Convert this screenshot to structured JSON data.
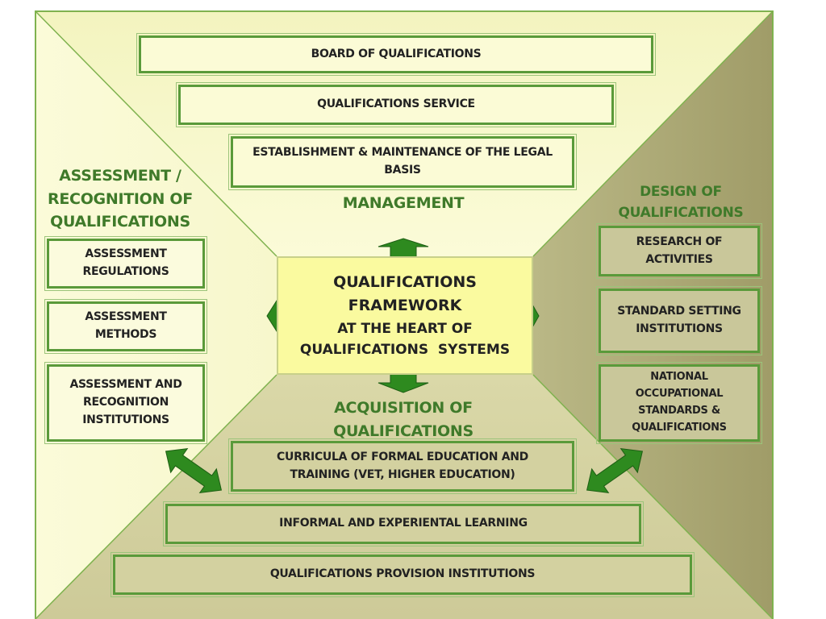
{
  "top": {
    "boxes": [
      "BOARD OF QUALIFICATIONS",
      "QUALIFICATIONS SERVICE",
      "ESTABLISHMENT & MAINTENANCE OF THE LEGAL BASIS"
    ],
    "heading": "MANAGEMENT"
  },
  "left": {
    "heading": [
      "ASSESSMENT /",
      "RECOGNITION OF",
      "QUALIFICATIONS"
    ],
    "boxes": [
      [
        "ASSESSMENT",
        "REGULATIONS"
      ],
      [
        "ASSESSMENT",
        "METHODS"
      ],
      [
        "ASSESSMENT AND",
        "RECOGNITION",
        "INSTITUTIONS"
      ]
    ]
  },
  "right": {
    "heading": [
      "DESIGN OF",
      "QUALIFICATIONS"
    ],
    "boxes": [
      [
        "RESEARCH OF",
        "ACTIVITIES"
      ],
      [
        "STANDARD SETTING",
        "INSTITUTIONS"
      ],
      [
        "NATIONAL",
        "OCCUPATIONAL",
        "STANDARDS &",
        "QUALIFICATIONS"
      ]
    ]
  },
  "bottom": {
    "heading": [
      "ACQUISITION OF",
      "QUALIFICATIONS"
    ],
    "boxes": [
      [
        "CURRICULA OF FORMAL EDUCATION AND",
        "TRAINING (VET, HIGHER EDUCATION)"
      ],
      "INFORMAL AND EXPERIENTAL LEARNING",
      "QUALIFICATIONS PROVISION INSTITUTIONS"
    ]
  },
  "center": {
    "line1": "QUALIFICATIONS",
    "line2": "FRAMEWORK",
    "line3": "AT THE HEART OF",
    "line4": "QUALIFICATIONS  SYSTEMS"
  },
  "colors": {
    "top_panel": "#f6f6c4",
    "left_panel": "#f9f9d2",
    "right_panel": "#aaa673",
    "bottom_panel": "#d0cd9c",
    "box_border": "#5a9a3a",
    "heading_text": "#3f7a2a",
    "arrow_green": "#2e8a1f",
    "center_fill": "#fafa9f"
  }
}
